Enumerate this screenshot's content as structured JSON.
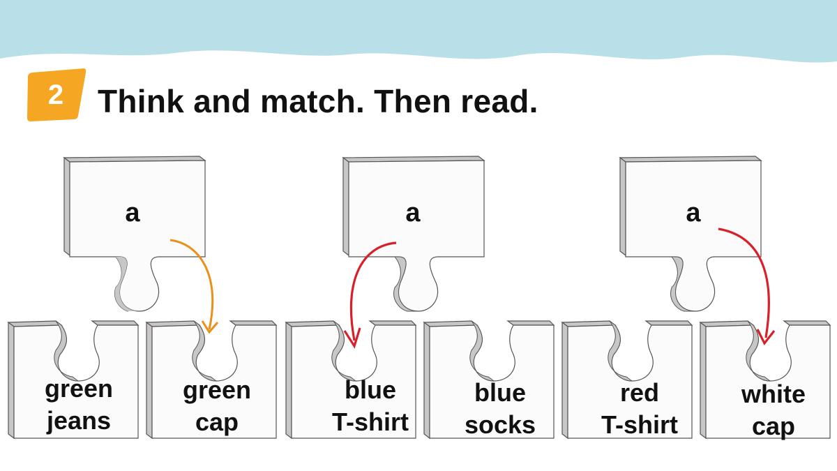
{
  "exercise": {
    "number": "2",
    "title": "Think and match. Then read."
  },
  "groups": [
    {
      "top_label": "a",
      "arrow_color": "#e8901a",
      "options": [
        {
          "line1": "green",
          "line2": "jeans"
        },
        {
          "line1": "green",
          "line2": "cap"
        }
      ]
    },
    {
      "top_label": "a",
      "arrow_color": "#d8202a",
      "options": [
        {
          "line1": "blue",
          "line2": "T-shirt"
        },
        {
          "line1": "blue",
          "line2": "socks"
        }
      ]
    },
    {
      "top_label": "a",
      "arrow_color": "#d8202a",
      "options": [
        {
          "line1": "red",
          "line2": "T-shirt"
        },
        {
          "line1": "white",
          "line2": "cap"
        }
      ]
    }
  ],
  "colors": {
    "banner": "#b9dfe8",
    "badge": "#f5a623",
    "piece_face": "#fbfbfb",
    "piece_side": "#c9c7c5",
    "piece_outline": "#555555"
  }
}
